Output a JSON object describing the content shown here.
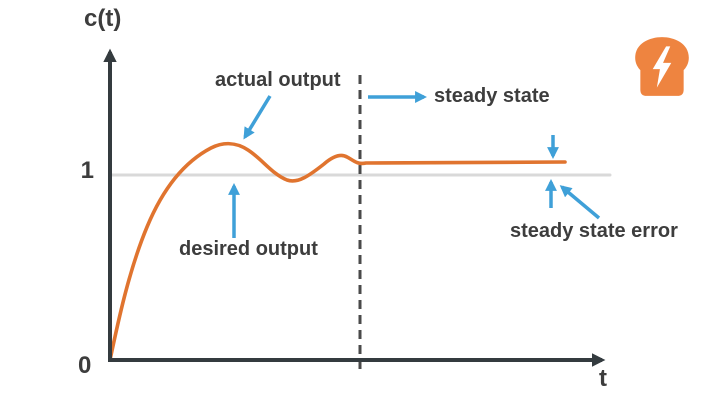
{
  "figure": {
    "y_axis_label": "c(t)",
    "x_axis_label": "t",
    "origin_label": "0",
    "unity_tick_label": "1"
  },
  "annotations": {
    "actual_output": "actual output",
    "desired_output": "desired output",
    "steady_state": "steady state",
    "steady_state_error": "steady state error"
  },
  "icons": {
    "logo": "toast-lightning-bolt-icon"
  },
  "colors": {
    "curve_orange": "#E0742F",
    "reference_gray": "#D9D9D9",
    "arrow_blue": "#3FA0D8",
    "axis_dark": "#343B3F",
    "dashed_divider": "#4A4A4A",
    "text": "#3D3D3D",
    "logo_orange": "#EE8440"
  },
  "chart_data": {
    "type": "line",
    "title": "",
    "xlabel": "t",
    "ylabel": "c(t)",
    "x_ticks": [
      "0"
    ],
    "y_ticks": [
      "0",
      "1"
    ],
    "series": [
      {
        "name": "actual output",
        "description": "underdamped step response: rises from 0, overshoots the reference, oscillates, then settles slightly above 1 (steady-state error)",
        "x": [
          0,
          0.4,
          0.8,
          1.2,
          1.6,
          2.0,
          2.4,
          2.8,
          3.2,
          3.4,
          6.0
        ],
        "y": [
          0,
          0.55,
          0.97,
          1.18,
          1.25,
          1.05,
          0.96,
          1.05,
          1.07,
          1.07,
          1.07
        ]
      },
      {
        "name": "desired output",
        "description": "constant reference level",
        "x": [
          0,
          6.0
        ],
        "y": [
          1,
          1
        ]
      }
    ],
    "dividers": [
      {
        "name": "steady state boundary",
        "style": "vertical dashed",
        "x": 3.4
      }
    ],
    "annotations": [
      "actual output",
      "desired output",
      "steady state",
      "steady state error"
    ],
    "legend": "none",
    "grid": false
  }
}
